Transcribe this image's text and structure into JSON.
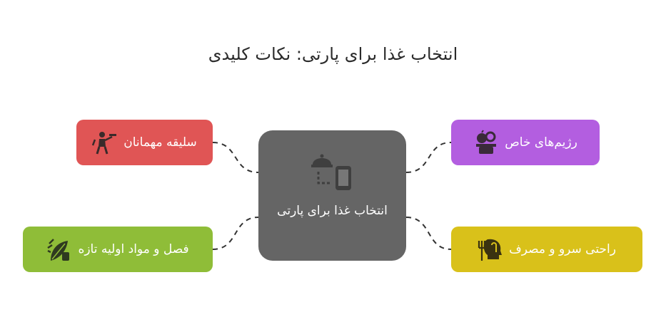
{
  "title": "انتخاب غذا برای پارتی: نکات کلیدی",
  "center": {
    "label": "انتخاب غذا برای پارتی",
    "icon": "food-delivery-icon"
  },
  "nodes": {
    "guest_taste": {
      "label": "سلیقه مهمانان",
      "icon": "waiter-icon",
      "color": "#e05555"
    },
    "special_diets": {
      "label": "رژیم‌های خاص",
      "icon": "scale-apple-icon",
      "color": "#b35ee0"
    },
    "season_ingredients": {
      "label": "فصل و مواد اولیه تازه",
      "icon": "leaf-produce-icon",
      "color": "#8fbd38"
    },
    "serving_ease": {
      "label": "راحتی سرو و مصرف",
      "icon": "head-utensils-icon",
      "color": "#d9c11a"
    }
  },
  "connector_color": "#333333"
}
